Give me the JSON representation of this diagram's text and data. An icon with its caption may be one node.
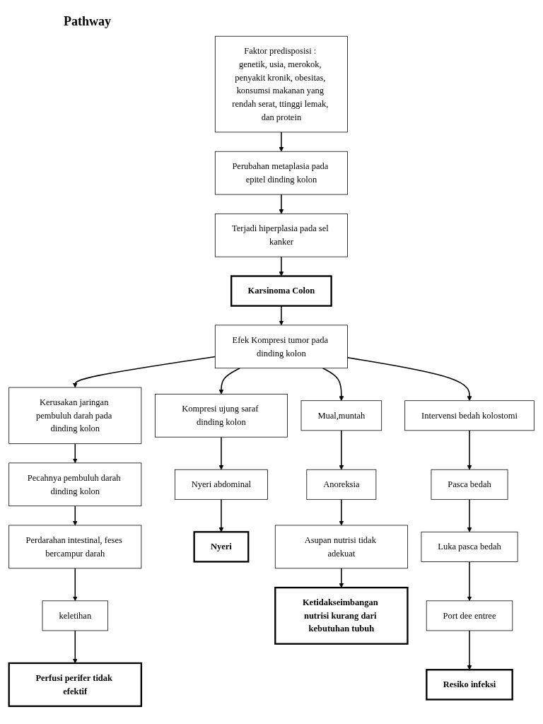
{
  "diagram": {
    "title": "Pathway",
    "nodes": [
      {
        "text": [
          "Faktor predisposisi : genetik, usia, merokok, penyakit kronik, obesitas, konsumsi makanan yang rendah serat, ttinggi lemak, dan protein"
        ]
      },
      {
        "text": [
          "Perubahan metaplasia pada epitel dinding kolon"
        ]
      },
      {
        "text": [
          "Terjadi hiperplasia pada sel kanker"
        ]
      },
      {
        "text": [
          "Karsinoma Colon"
        ]
      },
      {
        "text": [
          "Efek Kompresi tumor pada dinding kolon"
        ]
      },
      {
        "text": [
          "Kerusakan jaringan pembuluh darah pada dinding kolon"
        ]
      },
      {
        "text": [
          "Kompresi ujung saraf dinding kolon"
        ]
      },
      {
        "text": [
          "Mual,muntah"
        ]
      },
      {
        "text": [
          "Intervensi bedah kolostomi"
        ]
      },
      {
        "text": [
          "Pecahnya pembuluh darah dinding kolon"
        ]
      },
      {
        "text": [
          "Perdarahan intestinal, feses bercampur darah"
        ]
      },
      {
        "text": [
          "keletihan"
        ]
      },
      {
        "text": [
          "Perfusi perifer tidak efektif"
        ]
      },
      {
        "text": [
          "Nyeri abdominal"
        ]
      },
      {
        "text": [
          "Nyeri"
        ]
      },
      {
        "text": [
          "Anoreksia"
        ]
      },
      {
        "text": [
          "Asupan nutrisi tidak adekuat"
        ]
      },
      {
        "text": [
          "Ketidakseimbangan nutrisi kurang dari kebutuhan tubuh"
        ]
      },
      {
        "text": [
          "Pasca bedah"
        ]
      },
      {
        "text": [
          "Luka pasca bedah"
        ]
      },
      {
        "text": [
          "Port dee entree"
        ]
      },
      {
        "text": [
          "Resiko infeksi"
        ]
      }
    ],
    "edges": [
      {
        "from": 0,
        "to": 1,
        "arrow": "to"
      },
      {
        "from": 1,
        "to": 2,
        "arrow": "to"
      },
      {
        "from": 2,
        "to": 3,
        "arrow": "to"
      },
      {
        "from": 3,
        "to": 4,
        "arrow": "to"
      },
      {
        "from": 4,
        "to": 5,
        "arrow": "to"
      },
      {
        "from": 4,
        "to": 6,
        "arrow": "to"
      },
      {
        "from": 4,
        "to": 7,
        "arrow": "to"
      },
      {
        "from": 4,
        "to": 8,
        "arrow": "to"
      },
      {
        "from": 5,
        "to": 9,
        "arrow": "to"
      },
      {
        "from": 9,
        "to": 10,
        "arrow": "to"
      },
      {
        "from": 10,
        "to": 11,
        "arrow": "to"
      },
      {
        "from": 11,
        "to": 12,
        "arrow": "to"
      },
      {
        "from": 6,
        "to": 13,
        "arrow": "to"
      },
      {
        "from": 13,
        "to": 14,
        "arrow": "to"
      },
      {
        "from": 7,
        "to": 15,
        "arrow": "to"
      },
      {
        "from": 15,
        "to": 16,
        "arrow": "to"
      },
      {
        "from": 16,
        "to": 17,
        "arrow": "to"
      },
      {
        "from": 8,
        "to": 18,
        "arrow": "to"
      },
      {
        "from": 18,
        "to": 19,
        "arrow": "to"
      },
      {
        "from": 19,
        "to": 20,
        "arrow": "to"
      },
      {
        "from": 20,
        "to": 21,
        "arrow": "to"
      }
    ]
  }
}
